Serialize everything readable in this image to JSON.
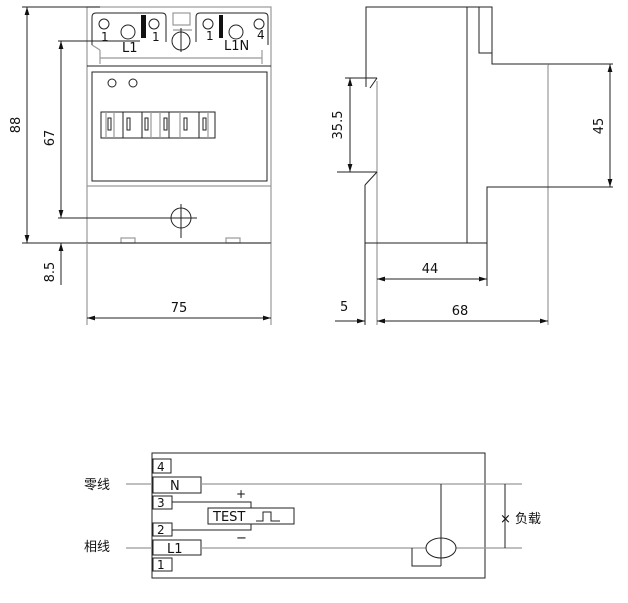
{
  "front_view": {
    "dim_height_total": "88",
    "dim_height_inner": "67",
    "dim_rail_offset": "8.5",
    "dim_width": "75",
    "terminal_labels": [
      "1",
      "1",
      "L1",
      "1",
      "L1N",
      "4"
    ]
  },
  "side_view": {
    "dim_clip": "35.5",
    "dim_step": "45",
    "dim_depth_front": "44",
    "dim_depth_total": "68",
    "dim_offset": "5"
  },
  "wiring": {
    "neutral_label": "零线",
    "phase_label": "相线",
    "load_label": "× 负载",
    "terminals": [
      "4",
      "N",
      "3",
      "2",
      "L1",
      "1"
    ],
    "test_label": "TEST",
    "plus": "+",
    "minus": "−"
  }
}
